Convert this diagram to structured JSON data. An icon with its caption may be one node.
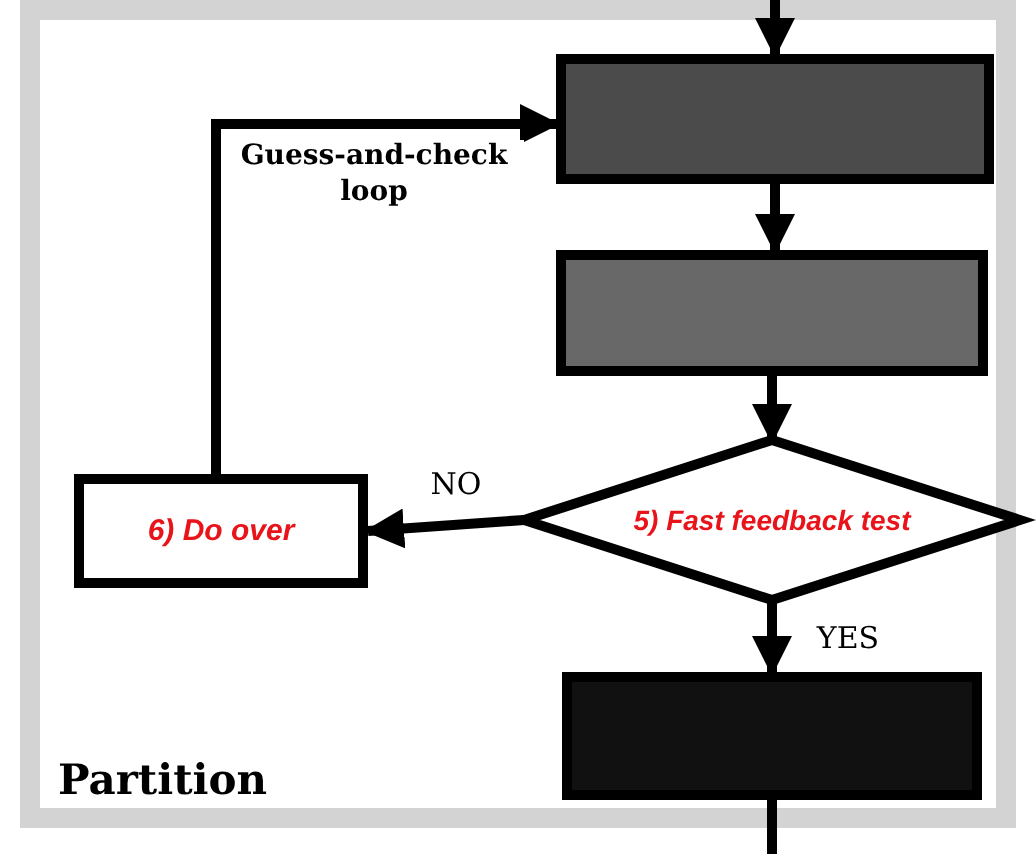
{
  "diagram": {
    "nodes": [
      {
        "text": [
          "Partition"
        ]
      },
      {
        "text": [],
        "shape": "box",
        "in": 0
      },
      {
        "text": [],
        "shape": "box",
        "in": 0
      },
      {
        "text": [
          "5) Fast feedback test"
        ],
        "in": 0
      },
      {
        "text": [
          "6) Do over"
        ],
        "in": 0
      },
      {
        "text": [],
        "shape": "box",
        "in": 0
      }
    ],
    "edges": [
      {
        "from": null,
        "to": 1,
        "arrow": "to"
      },
      {
        "from": 1,
        "to": 2,
        "arrow": "to"
      },
      {
        "from": 2,
        "to": 3,
        "arrow": "to"
      },
      {
        "from": 3,
        "to": 4,
        "arrow": "to",
        "label": "NO"
      },
      {
        "from": 3,
        "to": 5,
        "arrow": "to",
        "label": "YES"
      },
      {
        "from": 4,
        "to": 1,
        "arrow": "to",
        "label": "Guess-and-check loop"
      },
      {
        "from": 5,
        "to": null,
        "arrow": "none"
      }
    ]
  }
}
